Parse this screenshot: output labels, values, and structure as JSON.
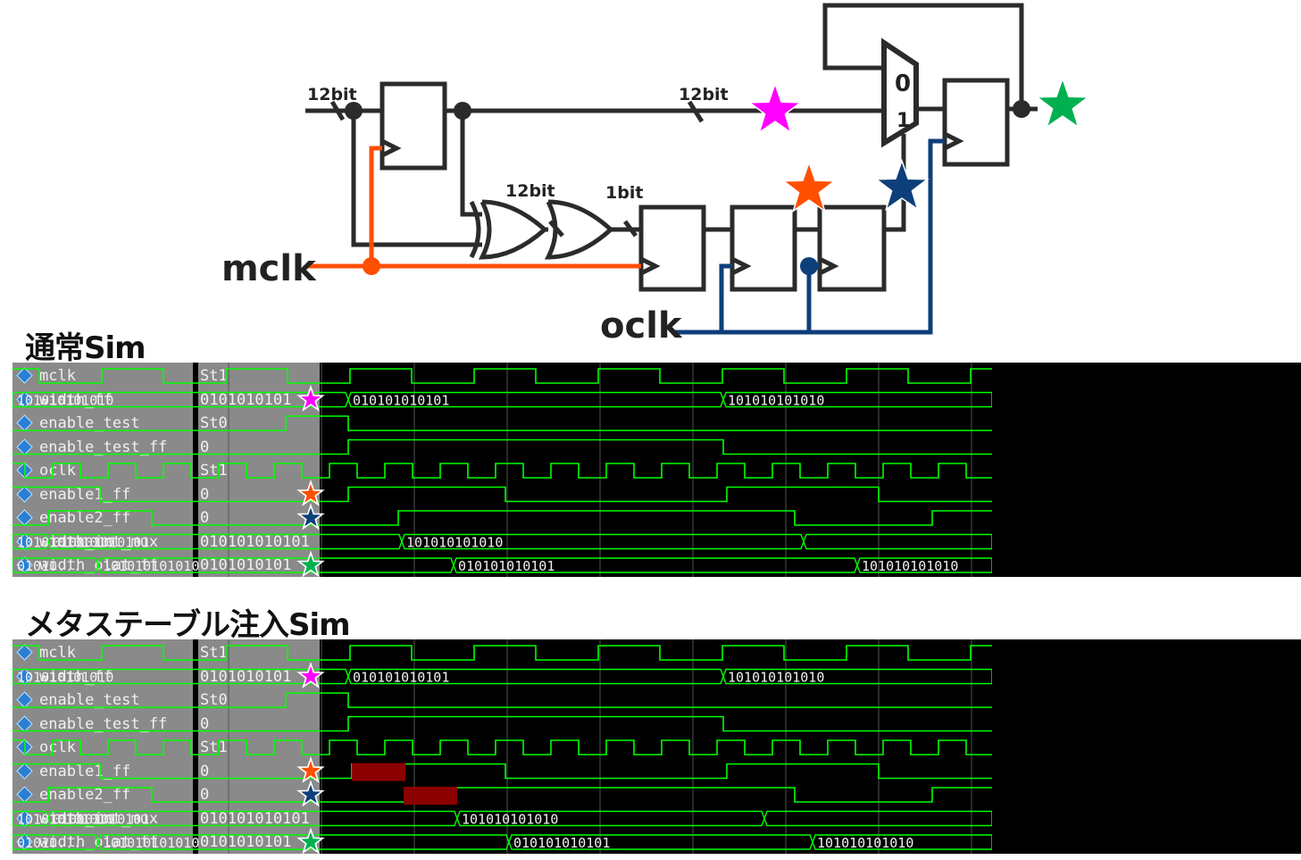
{
  "schematic": {
    "bus_label_1": "12bit",
    "bus_label_2": "12bit",
    "xor_label": "12bit",
    "or_label": "1bit",
    "mux_in0": "0",
    "mux_in1": "1",
    "mclk_label": "mclk",
    "oclk_label": "oclk"
  },
  "colors": {
    "mclk": "#ff4f00",
    "oclk": "#0d3f7a",
    "star_magenta": "#ff00ff",
    "star_green": "#00b050",
    "star_orange": "#ff5000",
    "star_navy": "#0d3f7a",
    "trace": "#00ff00",
    "meta": "#8b0000"
  },
  "sections": [
    {
      "title": "通常Sim",
      "signals": [
        {
          "name": "mclk",
          "value": "St1",
          "star": null
        },
        {
          "name": "width_ff",
          "value": "0101010101",
          "star": "star_magenta"
        },
        {
          "name": "enable_test",
          "value": "St0",
          "star": null
        },
        {
          "name": "enable_test_ff",
          "value": "0",
          "star": null
        },
        {
          "name": "oclk",
          "value": "St1",
          "star": null
        },
        {
          "name": "enable1_ff",
          "value": "0",
          "star": "star_orange"
        },
        {
          "name": "enable2_ff",
          "value": "0",
          "star": "star_navy"
        },
        {
          "name": "width_int_mux",
          "value": "010101010101",
          "star": null
        },
        {
          "name": "width_olat_ff",
          "value": "0101010101",
          "star": "star_green"
        }
      ],
      "bus_labels": {
        "width_ff": [
          "101010101010",
          "010101010101",
          "101010101010"
        ],
        "width_int_mux": [
          "101010101010",
          "010101010101",
          "101010101010"
        ],
        "width_olat_ff": [
          "01010...",
          "101010101010",
          "010101010101",
          "101010101010"
        ]
      }
    },
    {
      "title": "メタステーブル注入Sim",
      "signals": [
        {
          "name": "mclk",
          "value": "St1",
          "star": null
        },
        {
          "name": "width_ff",
          "value": "0101010101",
          "star": "star_magenta"
        },
        {
          "name": "enable_test",
          "value": "St0",
          "star": null
        },
        {
          "name": "enable_test_ff",
          "value": "0",
          "star": null
        },
        {
          "name": "oclk",
          "value": "St1",
          "star": null
        },
        {
          "name": "enable1_ff",
          "value": "0",
          "star": "star_orange"
        },
        {
          "name": "enable2_ff",
          "value": "0",
          "star": "star_navy"
        },
        {
          "name": "width_int_mux",
          "value": "010101010101",
          "star": null
        },
        {
          "name": "width_olat_ff",
          "value": "0101010101",
          "star": "star_green"
        }
      ],
      "bus_labels": {
        "width_ff": [
          "101010101010",
          "010101010101",
          "101010101010"
        ],
        "width_int_mux": [
          "101010101010",
          "010101010101",
          "101010101010"
        ],
        "width_olat_ff": [
          "01010...",
          "101010101010",
          "010101010101",
          "101010101010"
        ]
      }
    }
  ]
}
